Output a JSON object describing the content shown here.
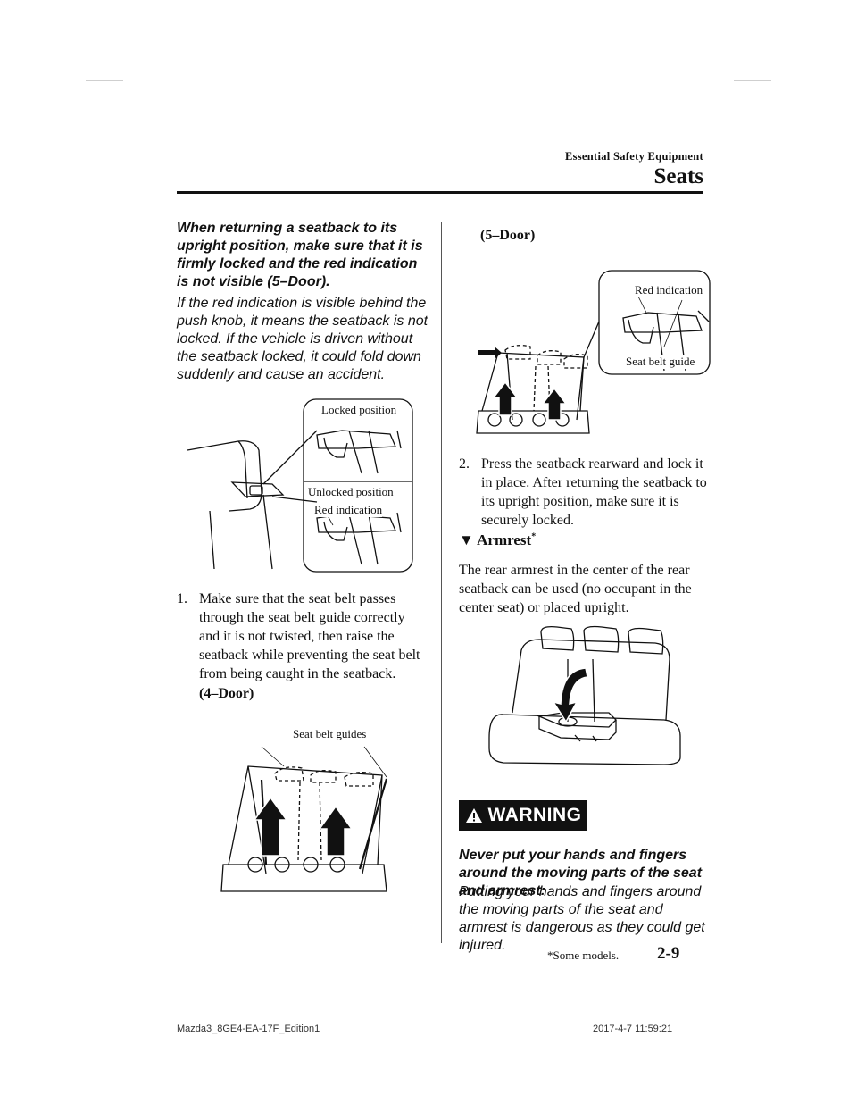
{
  "header": {
    "section": "Essential Safety Equipment",
    "title": "Seats"
  },
  "left_column": {
    "warning_bold": "When returning a seatback to its upright position, make sure that it is firmly locked and the red indication is not visible (5–Door).",
    "warning_body": "If the red indication is visible behind the push knob, it means the seatback is not locked. If the vehicle is driven without the seatback locked, it could fold down suddenly and cause an accident.",
    "figure1": {
      "locked": "Locked position",
      "unlocked": "Unlocked position",
      "red": "Red indication"
    },
    "step1": {
      "number": "1.",
      "text": "Make sure that the seat belt passes through the seat belt guide correctly and it is not twisted, then raise the seatback while preventing the seat belt from being caught in the seatback."
    },
    "door4_label": "(4–Door)",
    "figure2": {
      "guides": "Seat belt guides"
    }
  },
  "right_column": {
    "door5_label": "(5–Door)",
    "figure3": {
      "red": "Red indication",
      "guide": "Seat belt guide"
    },
    "step2": {
      "number": "2.",
      "text": "Press the seatback rearward and lock it in place. After returning the seatback to its upright position, make sure it is securely locked."
    },
    "armrest_heading": "Armrest",
    "armrest_marker": "▼",
    "armrest_star": "*",
    "armrest_text": "The rear armrest in the center of the rear seatback can be used (no occupant in the center seat) or placed upright.",
    "warning_label": "WARNING",
    "warning_bold": "Never put your hands and fingers around the moving parts of the seat and armrest:",
    "warning_body": "Putting your hands and fingers around the moving parts of the seat and armrest is dangerous as they could get injured."
  },
  "footer": {
    "footnote": "*Some models.",
    "page_number": "2-9",
    "doc_id": "Mazda3_8GE4-EA-17F_Edition1",
    "timestamp": "2017-4-7 11:59:21"
  }
}
